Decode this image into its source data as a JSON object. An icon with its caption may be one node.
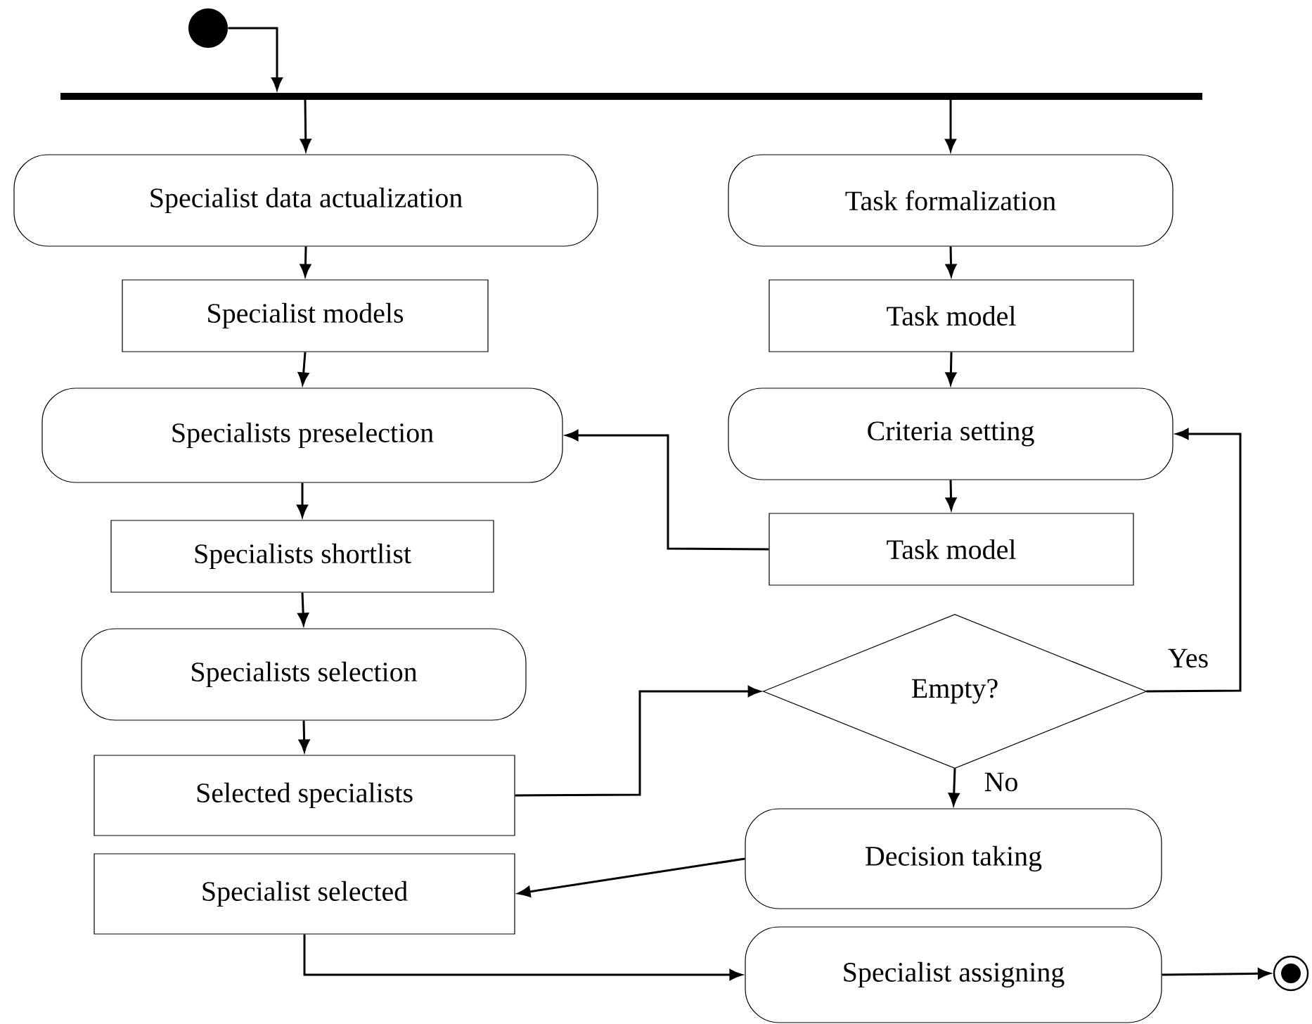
{
  "diagram": {
    "nodes": [
      {
        "text": [],
        "shape": "circle"
      },
      {
        "text": [],
        "shape": "bar"
      },
      {
        "text": [
          "Specialist data actualization"
        ]
      },
      {
        "text": [
          "Specialist models"
        ]
      },
      {
        "text": [
          "Specialists preselection"
        ]
      },
      {
        "text": [
          "Specialists shortlist"
        ]
      },
      {
        "text": [
          "Specialists selection"
        ]
      },
      {
        "text": [
          "Selected specialists"
        ]
      },
      {
        "text": [
          "Specialist selected"
        ]
      },
      {
        "text": [
          "Task formalization"
        ]
      },
      {
        "text": [
          "Task model"
        ]
      },
      {
        "text": [
          "Criteria setting"
        ]
      },
      {
        "text": [
          "Task model"
        ]
      },
      {
        "text": [
          "Empty?"
        ]
      },
      {
        "text": [
          "Decision taking"
        ]
      },
      {
        "text": [
          "Specialist assigning"
        ]
      },
      {
        "text": [],
        "shape": "circle"
      }
    ],
    "edges": [
      {
        "from": 0,
        "to": 1,
        "arrow": "to"
      },
      {
        "from": 1,
        "to": 2,
        "arrow": "to"
      },
      {
        "from": 1,
        "to": 9,
        "arrow": "to"
      },
      {
        "from": 2,
        "to": 3,
        "arrow": "to"
      },
      {
        "from": 3,
        "to": 4,
        "arrow": "to"
      },
      {
        "from": 4,
        "to": 5,
        "arrow": "to"
      },
      {
        "from": 5,
        "to": 6,
        "arrow": "to"
      },
      {
        "from": 6,
        "to": 7,
        "arrow": "to"
      },
      {
        "from": 9,
        "to": 10,
        "arrow": "to"
      },
      {
        "from": 10,
        "to": 11,
        "arrow": "to"
      },
      {
        "from": 11,
        "to": 12,
        "arrow": "to"
      },
      {
        "from": 12,
        "to": 4,
        "arrow": "to"
      },
      {
        "from": 7,
        "to": 13,
        "arrow": "to"
      },
      {
        "from": 13,
        "to": 11,
        "arrow": "to",
        "label": "Yes"
      },
      {
        "from": 13,
        "to": 14,
        "arrow": "to",
        "label": "No"
      },
      {
        "from": 14,
        "to": 8,
        "arrow": "to"
      },
      {
        "from": 8,
        "to": 15,
        "arrow": "to"
      },
      {
        "from": 15,
        "to": 16,
        "arrow": "to"
      }
    ]
  }
}
